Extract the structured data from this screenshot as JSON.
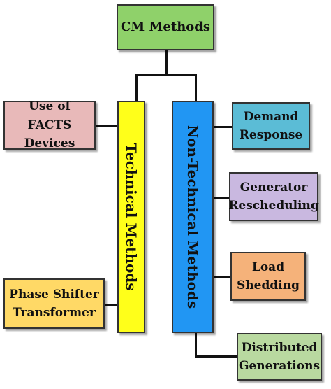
{
  "root": {
    "label": "CM Methods",
    "color": "#8fd16a"
  },
  "technical": {
    "label": "Technical Methods",
    "color": "#ffff1a",
    "items": [
      {
        "line1": "Use of FACTS",
        "line2": "Devices",
        "color": "#e8b9b9"
      },
      {
        "line1": "Phase Shifter",
        "line2": "Transformer",
        "color": "#ffd966"
      }
    ]
  },
  "non_technical": {
    "label": "Non-Technical Methods",
    "color": "#2196f3",
    "items": [
      {
        "line1": "Demand",
        "line2": "Response",
        "color": "#5bbcd6"
      },
      {
        "line1": "Generator",
        "line2": "Rescheduling",
        "color": "#c9b8e0"
      },
      {
        "line1": "Load",
        "line2": "Shedding",
        "color": "#f5b27a"
      },
      {
        "line1": "Distributed",
        "line2": "Generations",
        "color": "#b9d9a0"
      }
    ]
  }
}
